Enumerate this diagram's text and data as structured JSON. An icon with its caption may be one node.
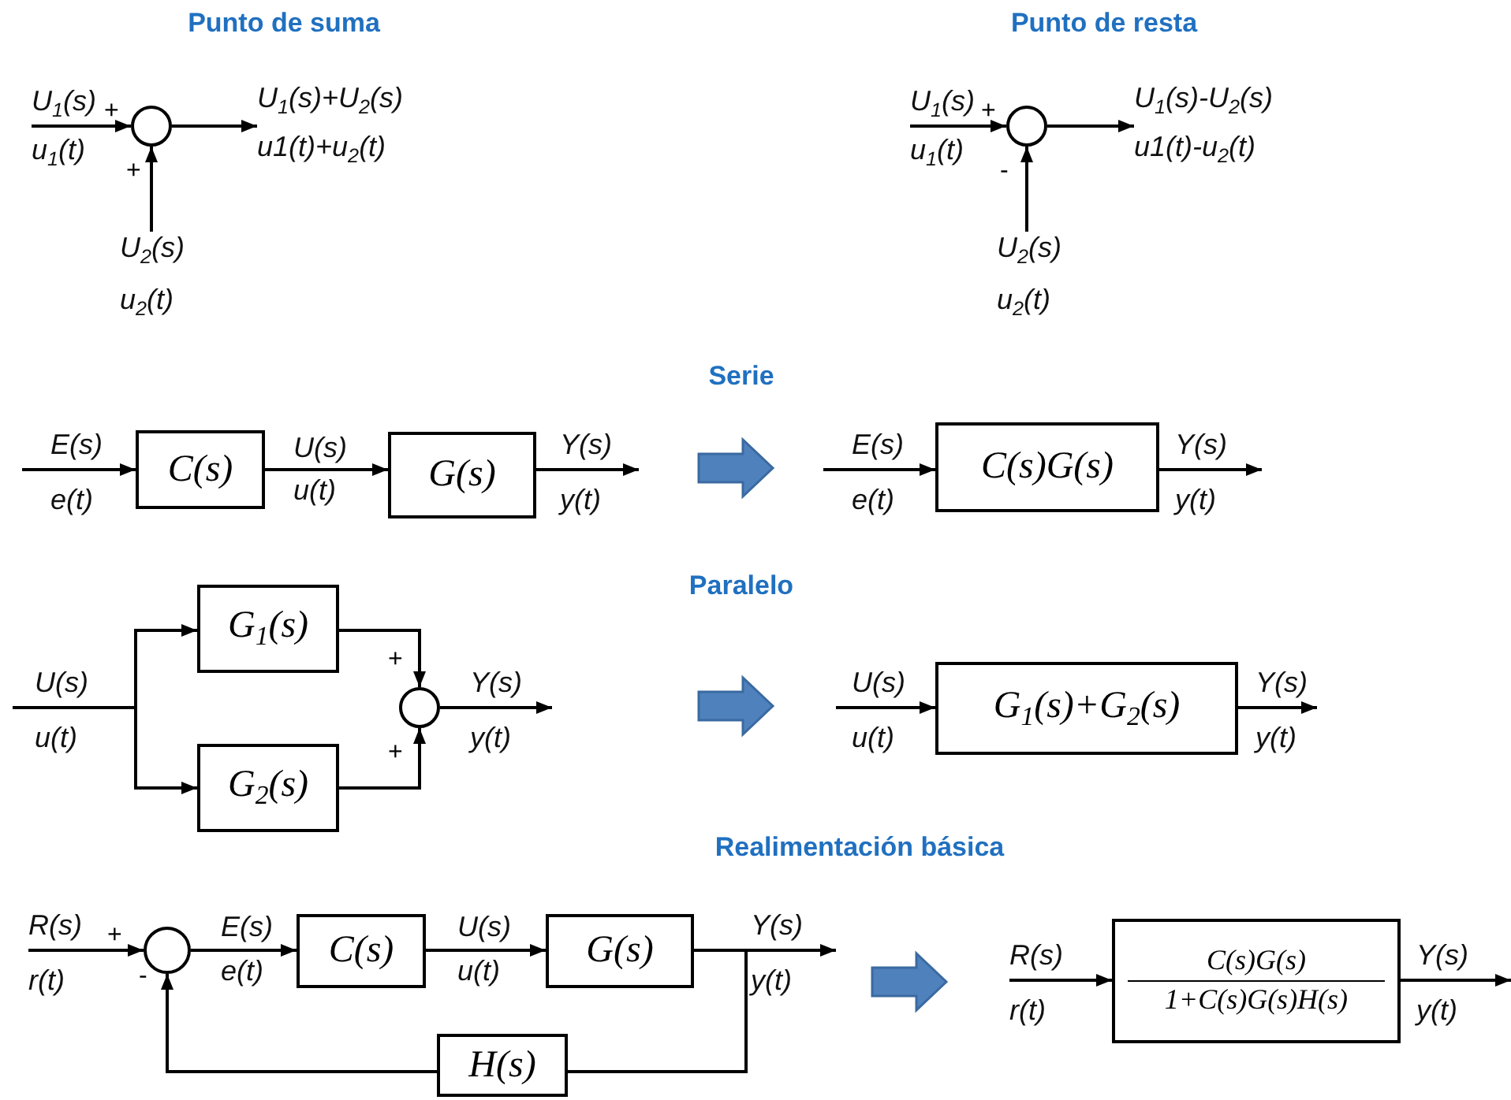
{
  "diagram": {
    "nodes": [
      {
        "text": [],
        "shape": "circle"
      },
      {
        "text": [],
        "shape": "circle"
      },
      {
        "text": [
          "C(s)"
        ]
      },
      {
        "text": [
          "G(s)"
        ]
      },
      {
        "text": [
          "C(s)G(s)"
        ]
      },
      {
        "text": [
          "G$_{1}$(s)"
        ]
      },
      {
        "text": [
          "G$_{2}$(s)"
        ]
      },
      {
        "text": [],
        "shape": "circle"
      },
      {
        "text": [
          "G$_{1}$(s)+G$_{2}$(s)"
        ]
      },
      {
        "text": [],
        "shape": "circle"
      },
      {
        "text": [
          "C(s)"
        ]
      },
      {
        "text": [
          "G(s)"
        ]
      },
      {
        "text": [
          "H(s)"
        ]
      },
      {
        "text": [
          "C(s)G(s)",
          "1+C(s)G(s)H(s)"
        ]
      },
      {
        "text": [
          "U$_{1}$(s)",
          "u$_{1}$(t)"
        ]
      },
      {
        "text": [
          "U$_{2}$(s)",
          "u$_{2}$(t)"
        ]
      },
      {
        "text": [
          "U$_{1}$(s)+U$_{2}$(s)",
          "u1(t)+u$_{2}$(t)"
        ]
      },
      {
        "text": [
          "U$_{1}$(s)",
          "u$_{1}$(t)"
        ]
      },
      {
        "text": [
          "U$_{2}$(s)",
          "u$_{2}$(t)"
        ]
      },
      {
        "text": [
          "U$_{1}$(s)-U$_{2}$(s)",
          "u1(t)-u$_{2}$(t)"
        ]
      },
      {
        "text": [
          "E(s)",
          "e(t)"
        ]
      },
      {
        "text": [
          "Y(s)",
          "y(t)"
        ]
      },
      {
        "text": [
          "E(s)",
          "e(t)"
        ]
      },
      {
        "text": [
          "Y(s)",
          "y(t)"
        ]
      },
      {
        "text": [
          "U(s)",
          "u(t)"
        ]
      },
      {
        "text": [
          "Y(s)",
          "y(t)"
        ]
      },
      {
        "text": [
          "U(s)",
          "u(t)"
        ]
      },
      {
        "text": [
          "Y(s)",
          "y(t)"
        ]
      },
      {
        "text": [
          "R(s)",
          "r(t)"
        ]
      },
      {
        "text": [
          "Y(s)",
          "y(t)"
        ]
      },
      {
        "text": [
          "R(s)",
          "r(t)"
        ]
      },
      {
        "text": [
          "Y(s)",
          "y(t)"
        ]
      }
    ],
    "edges": [
      {
        "from": 14,
        "to": 0,
        "arrow": "to"
      },
      {
        "from": 15,
        "to": 0,
        "arrow": "to"
      },
      {
        "from": 0,
        "to": 16,
        "arrow": "to"
      },
      {
        "from": 17,
        "to": 1,
        "arrow": "to"
      },
      {
        "from": 18,
        "to": 1,
        "arrow": "to"
      },
      {
        "from": 1,
        "to": 19,
        "arrow": "to"
      },
      {
        "from": 20,
        "to": 2,
        "arrow": "to"
      },
      {
        "from": 2,
        "to": 3,
        "arrow": "to"
      },
      {
        "from": 3,
        "to": 21,
        "arrow": "to"
      },
      {
        "from": 22,
        "to": 4,
        "arrow": "to"
      },
      {
        "from": 4,
        "to": 23,
        "arrow": "to"
      },
      {
        "from": 24,
        "to": 5,
        "arrow": "to"
      },
      {
        "from": 24,
        "to": 6,
        "arrow": "to"
      },
      {
        "from": 5,
        "to": 7,
        "arrow": "to"
      },
      {
        "from": 6,
        "to": 7,
        "arrow": "to"
      },
      {
        "from": 7,
        "to": 25,
        "arrow": "to"
      },
      {
        "from": 26,
        "to": 8,
        "arrow": "to"
      },
      {
        "from": 8,
        "to": 27,
        "arrow": "to"
      },
      {
        "from": 28,
        "to": 9,
        "arrow": "to"
      },
      {
        "from": 9,
        "to": 10,
        "arrow": "to"
      },
      {
        "from": 10,
        "to": 11,
        "arrow": "to"
      },
      {
        "from": 11,
        "to": 29,
        "arrow": "to"
      },
      {
        "from": 11,
        "to": 12,
        "arrow": "none"
      },
      {
        "from": 12,
        "to": 9,
        "arrow": "to"
      },
      {
        "from": 30,
        "to": 13,
        "arrow": "to"
      },
      {
        "from": 13,
        "to": 31,
        "arrow": "to"
      }
    ],
    "labels": [
      "Punto de suma",
      "Punto de resta",
      "+",
      "+",
      "+",
      "-",
      "Serie",
      "U(s)",
      "u(t)",
      "Paralelo",
      "+",
      "+",
      "Realimentación básica",
      "+",
      "E(s)",
      "e(t)",
      "U(s)",
      "u(t)",
      "-"
    ]
  }
}
